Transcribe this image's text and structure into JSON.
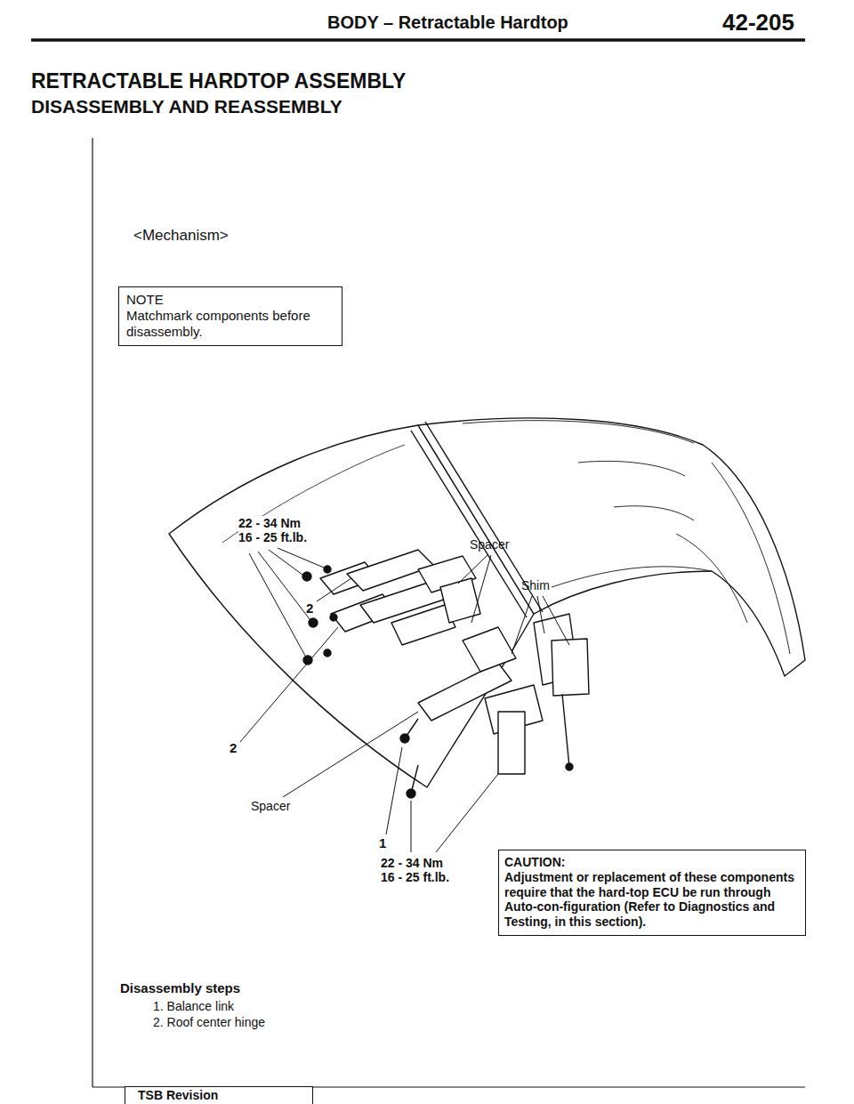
{
  "diagram": {
    "title": "RETRACTABLE HARDTOP ASSEMBLY",
    "nodes": [
      {
        "text": [
          "NOTE",
          "Matchmark components before disassembly."
        ]
      },
      {
        "text": [
          "CAUTION:",
          "Adjustment or replacement of these components require that the hard-top ECU be run through Auto-con-figuration (Refer to Diagnostics and Testing, in this section)."
        ]
      },
      {
        "text": [
          "TSB Revision"
        ]
      }
    ],
    "labels": [
      "BODY – Retractable Hardtop",
      "42-205",
      "DISASSEMBLY AND REASSEMBLY",
      "<Mechanism>",
      "22 - 34 Nm 16 - 25 ft.lb.",
      "Spacer",
      "Shim",
      "2",
      "2",
      "Spacer",
      "1",
      "22 - 34 Nm 16 - 25 ft.lb.",
      "Disassembly steps",
      "1. Balance link",
      "2. Roof center hinge"
    ]
  }
}
